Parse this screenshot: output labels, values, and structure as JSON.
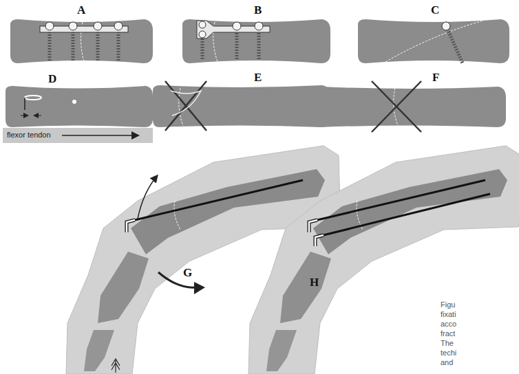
{
  "diagram": {
    "labels": [
      "A",
      "B",
      "C",
      "D",
      "E",
      "F",
      "flexor tendon",
      "G",
      "H",
      "Figu",
      "fixati",
      "acco",
      "fract",
      "The",
      "techi",
      "and"
    ]
  }
}
